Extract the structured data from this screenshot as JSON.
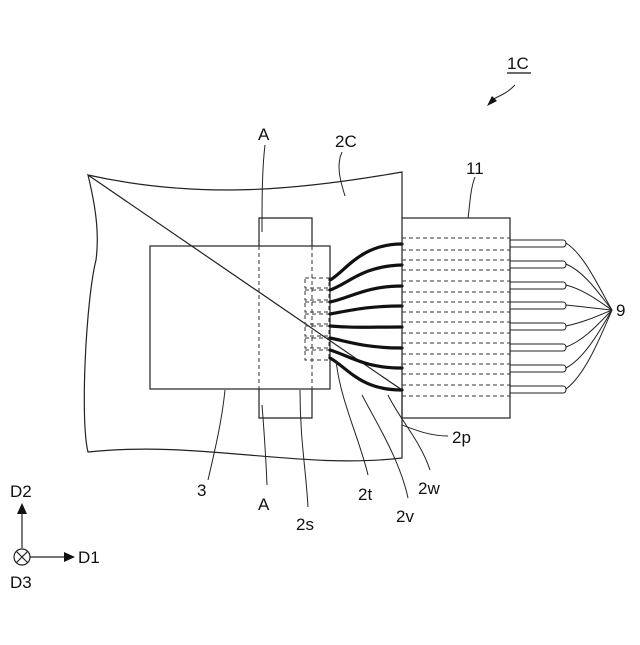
{
  "figure": {
    "label_figure": "1C",
    "label_substrate": "2C",
    "label_connector": "11",
    "label_cables": "9",
    "label_chip": "3",
    "label_section_top": "A",
    "label_section_bottom": "A",
    "label_2s": "2s",
    "label_2t": "2t",
    "label_2v": "2v",
    "label_2w": "2w",
    "label_2p": "2p"
  },
  "axes": {
    "d1": "D1",
    "d2": "D2",
    "d3": "D3"
  },
  "colors": {
    "line": "#222222",
    "background": "#ffffff"
  }
}
